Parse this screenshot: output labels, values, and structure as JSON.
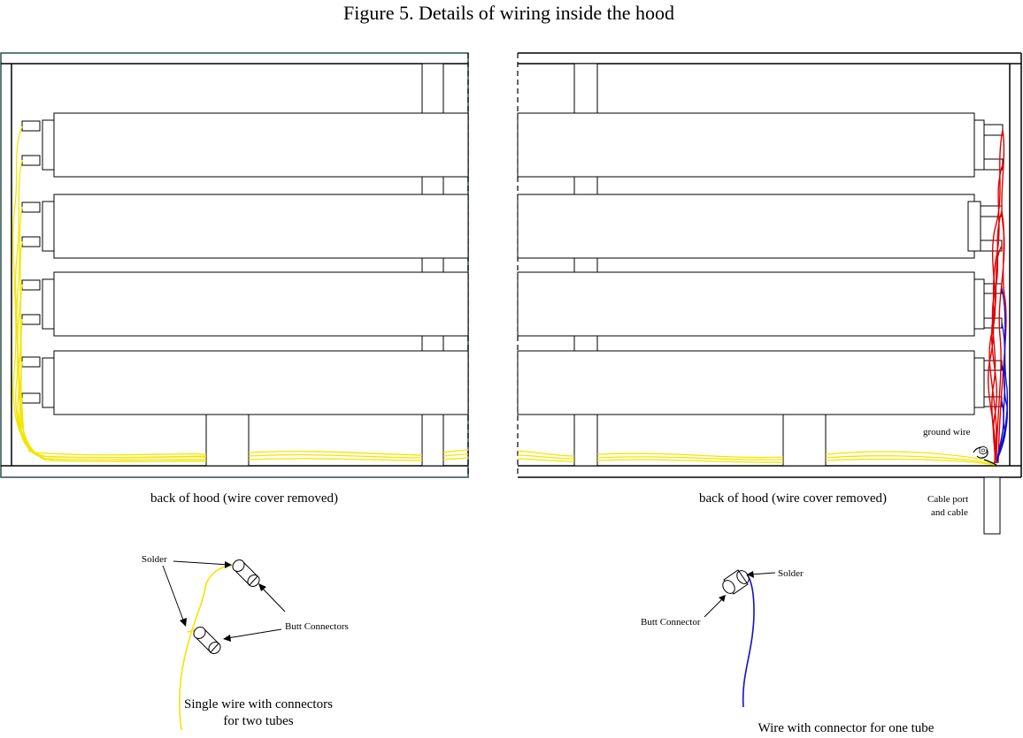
{
  "figure_title": "Figure 5.  Details of wiring inside the hood",
  "colors": {
    "neutral_wire": "#f2e600",
    "hot_wire": "#e00000",
    "single_wire": "#1010d0",
    "line": "#000000",
    "panel_edge": "#2f4f4f"
  },
  "left_panel": {
    "caption": "back of hood (wire cover removed)"
  },
  "right_panel": {
    "caption": "back of hood (wire cover removed)",
    "ground_wire_label": "ground wire",
    "cable_port_label_1": "Cable  port",
    "cable_port_label_2": "and cable",
    "ground_screw_icon": "hex-nut-icon"
  },
  "detail_two_tubes": {
    "solder_label": "Solder",
    "butt_connectors_label": "Butt Connectors",
    "caption_line_1": "Single wire with connectors",
    "caption_line_2": "for two tubes"
  },
  "detail_one_tube": {
    "solder_label": "Solder",
    "butt_connector_label": "Butt Connector",
    "caption": "Wire with connector for one tube"
  }
}
